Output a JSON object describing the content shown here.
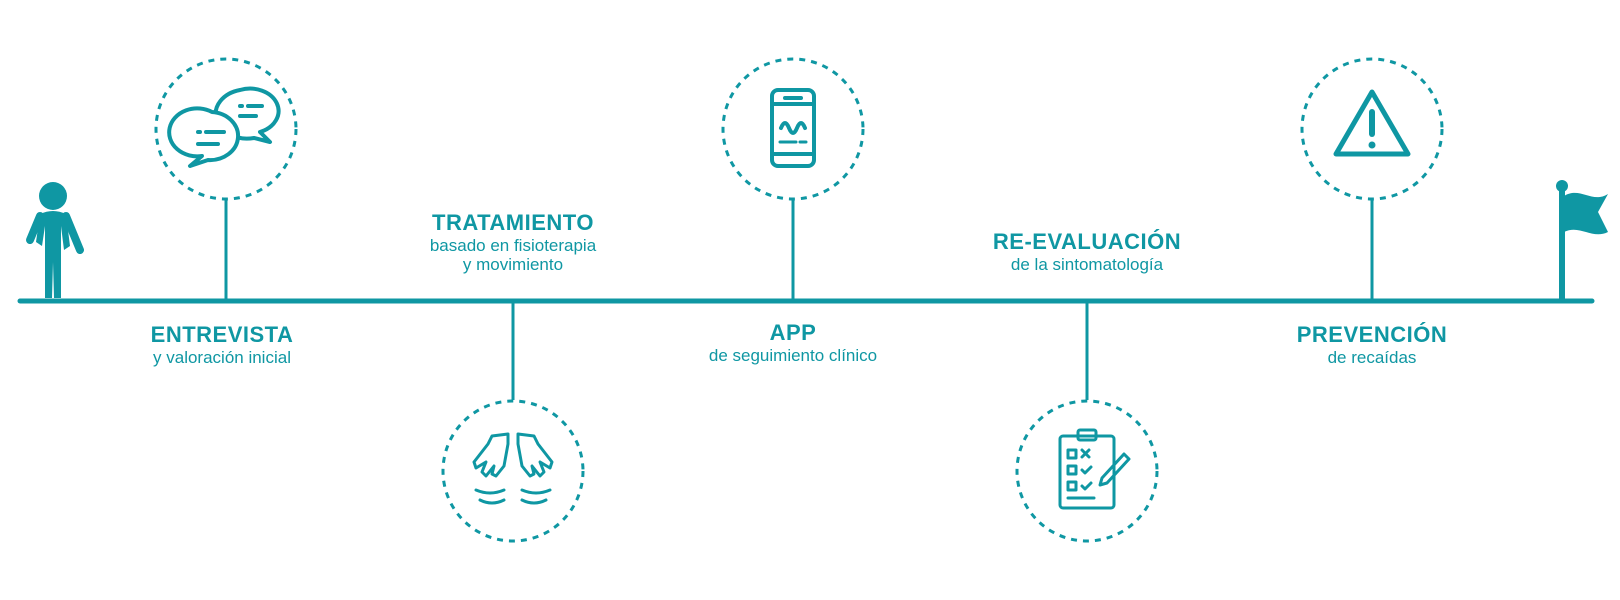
{
  "colors": {
    "accent": "#0f97a3"
  },
  "timeline": {
    "start_icon": "person-icon",
    "end_icon": "flag-icon",
    "steps": [
      {
        "title": "ENTREVISTA",
        "subtitle": [
          "y valoración inicial"
        ],
        "icon": "chat-bubbles-icon",
        "icon_position": "above"
      },
      {
        "title": "TRATAMIENTO",
        "subtitle": [
          "basado en fisioterapia",
          "y movimiento"
        ],
        "icon": "hands-icon",
        "icon_position": "below"
      },
      {
        "title": "APP",
        "subtitle": [
          "de seguimiento clínico"
        ],
        "icon": "smartphone-icon",
        "icon_position": "above"
      },
      {
        "title": "RE-EVALUACIÓN",
        "subtitle": [
          "de la sintomatología"
        ],
        "icon": "clipboard-checklist-icon",
        "icon_position": "below"
      },
      {
        "title": "PREVENCIÓN",
        "subtitle": [
          "de recaídas"
        ],
        "icon": "warning-icon",
        "icon_position": "above"
      }
    ]
  }
}
